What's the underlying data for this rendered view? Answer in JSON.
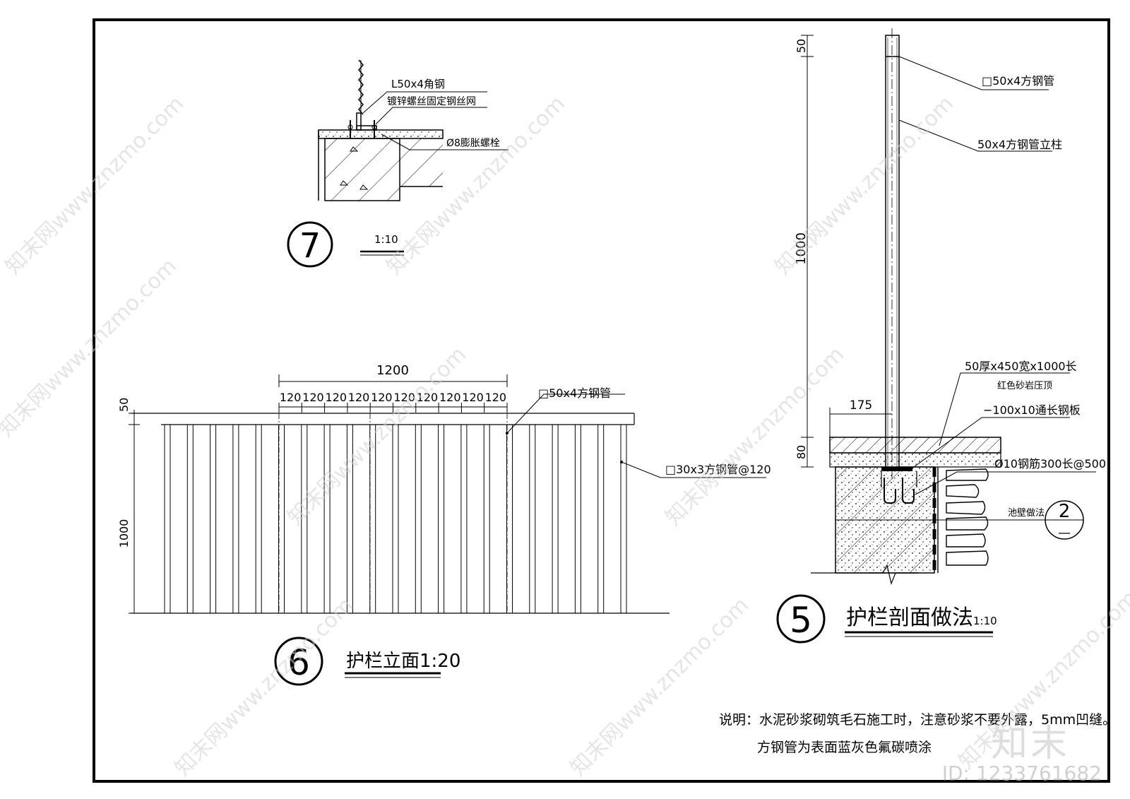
{
  "detail7": {
    "number": "7",
    "scale": "1:10",
    "labels": {
      "angle_steel": "L50x4角钢",
      "galvanized_screws": "镀锌螺丝固定钢丝网",
      "expansion_bolt": "Ø8膨胀螺栓"
    }
  },
  "detail6": {
    "number": "6",
    "title": "护栏立面1:20",
    "dims": {
      "overall": "1200",
      "spacings": [
        "120",
        "120",
        "120",
        "120",
        "120",
        "120",
        "120",
        "120",
        "120",
        "120"
      ],
      "top_rail": "50",
      "height": "1000"
    },
    "labels": {
      "top_tube": "□50x4方钢管",
      "pickets": "□30x3方钢管@120"
    }
  },
  "detail5": {
    "number": "5",
    "title": "护栏剖面做法",
    "scale": "1:10",
    "dims": {
      "cap": "50",
      "post": "1000",
      "offset": "175",
      "coping": "80"
    },
    "labels": {
      "tube": "□50x4方钢管",
      "post": "50x4方钢管立柱",
      "coping": "50厚x450宽x1000长",
      "coping_material": "红色砂岩压顶",
      "plate": "−100x10通长钢板",
      "rebar": "Ø10钢筋300长@500",
      "wall": "池壁做法",
      "wall_ref_top": "2",
      "wall_ref_bottom": "—"
    }
  },
  "notes": {
    "line1": "说明：水泥砂浆砌筑毛石施工时，注意砂浆不要外露，5mm凹缝。",
    "line2": "方钢管为表面蓝灰色氟碳喷涂"
  },
  "watermark": {
    "text": "知末网www.znzmo.com",
    "logo": "知末",
    "id": "ID: 1233761682"
  }
}
